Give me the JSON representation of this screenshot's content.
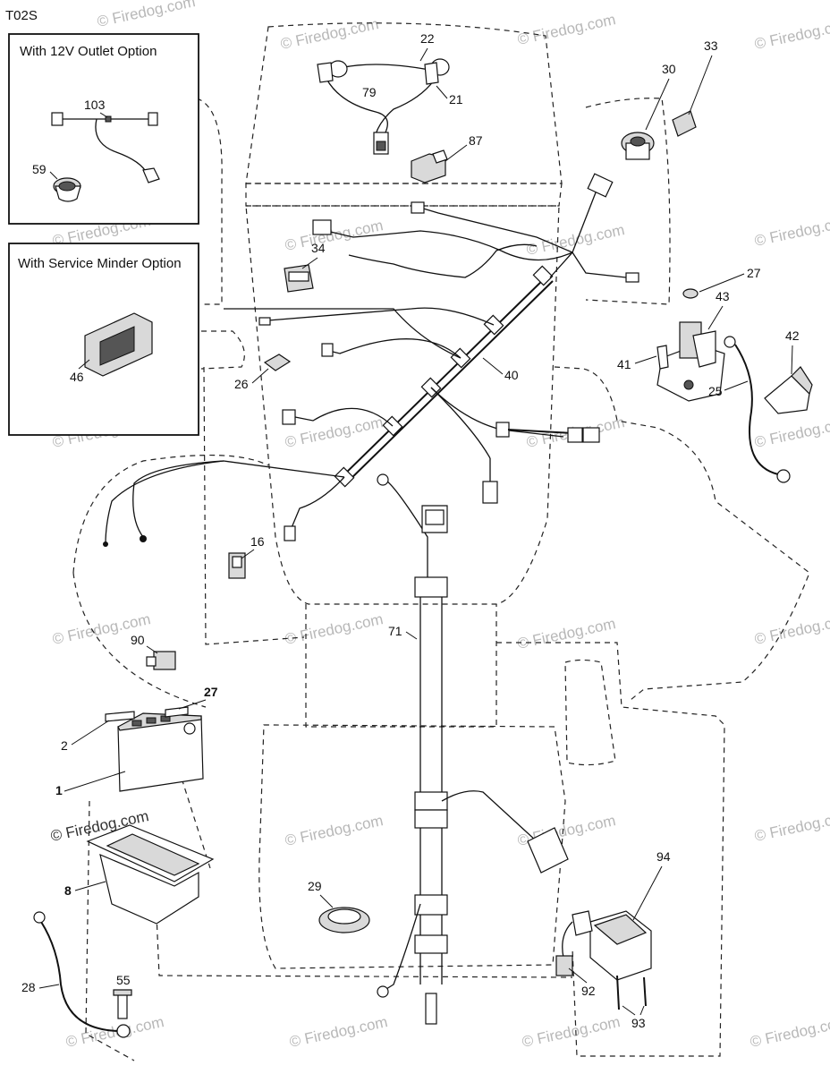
{
  "diagram_id": "T02S",
  "option_boxes": {
    "outlet": {
      "title": "With 12V Outlet Option"
    },
    "service": {
      "title": "With Service Minder Option"
    }
  },
  "watermark": "© Firedog.com",
  "parts": {
    "p1": "1",
    "p2": "2",
    "p8": "8",
    "p16": "16",
    "p21": "21",
    "p22": "22",
    "p25": "25",
    "p26": "26",
    "p27a": "27",
    "p27b": "27",
    "p28": "28",
    "p29": "29",
    "p30": "30",
    "p33": "33",
    "p34": "34",
    "p40": "40",
    "p41": "41",
    "p42": "42",
    "p43": "43",
    "p46": "46",
    "p55": "55",
    "p59": "59",
    "p71": "71",
    "p79": "79",
    "p87": "87",
    "p90": "90",
    "p92": "92",
    "p93": "93",
    "p94": "94",
    "p103": "103"
  }
}
